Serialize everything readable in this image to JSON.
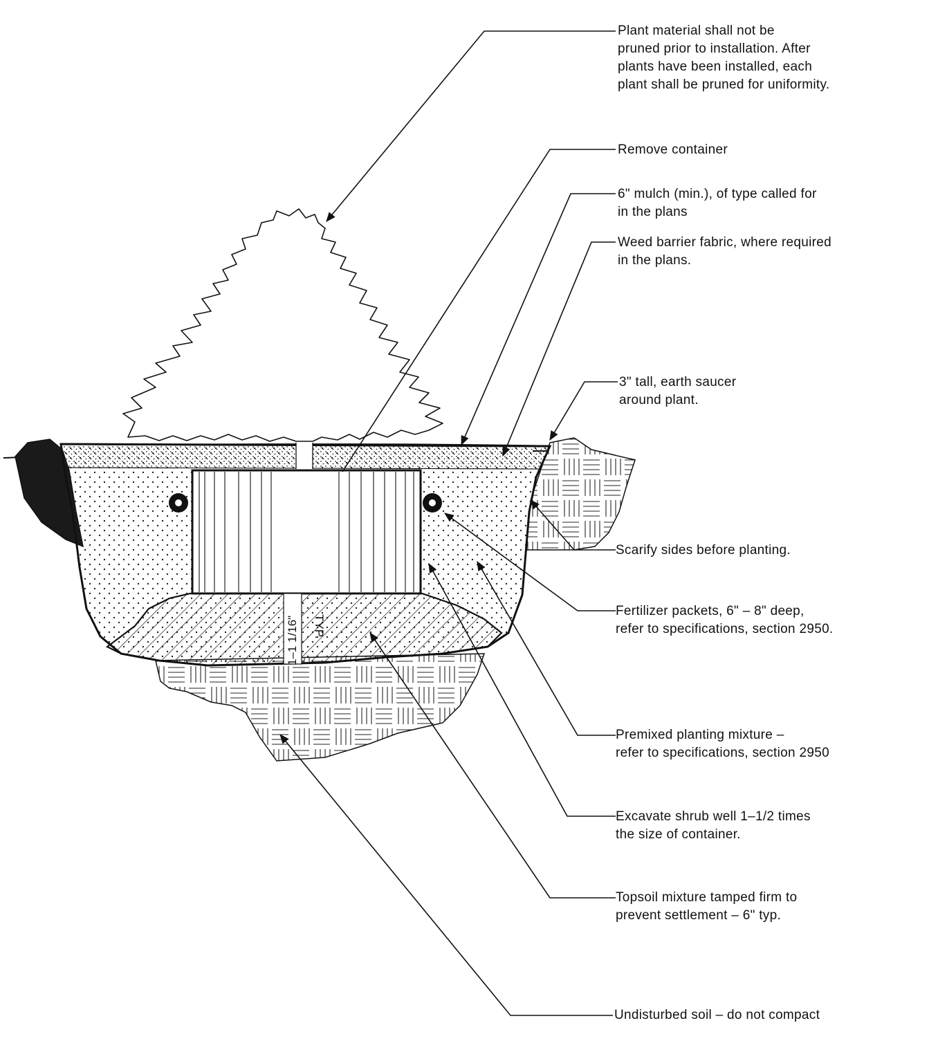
{
  "notes": {
    "pruning": [
      "Plant material shall not be",
      "pruned prior to installation. After",
      "plants have been installed, each",
      "plant shall be pruned for uniformity."
    ],
    "container": [
      "Remove container"
    ],
    "mulch": [
      "6\" mulch (min.), of type called for",
      "in the plans"
    ],
    "weed_barrier": [
      "Weed barrier fabric, where required",
      "in the plans."
    ],
    "saucer": [
      "3\" tall, earth saucer",
      "around plant."
    ],
    "scarify": [
      "Scarify sides before planting."
    ],
    "fertilizer": [
      "Fertilizer packets, 6\" – 8\" deep,",
      "refer to specifications, section 2950."
    ],
    "premixed": [
      "Premixed planting mixture –",
      "refer to specifications, section 2950"
    ],
    "excavate": [
      "Excavate shrub well 1–1/2 times",
      "the size of container."
    ],
    "topsoil": [
      "Topsoil mixture tamped firm to",
      "prevent settlement – 6\" typ."
    ],
    "undisturbed": [
      "Undisturbed soil – do not compact"
    ]
  },
  "dimension": {
    "value": "1–1 1/16\"",
    "suffix": "TYP."
  }
}
